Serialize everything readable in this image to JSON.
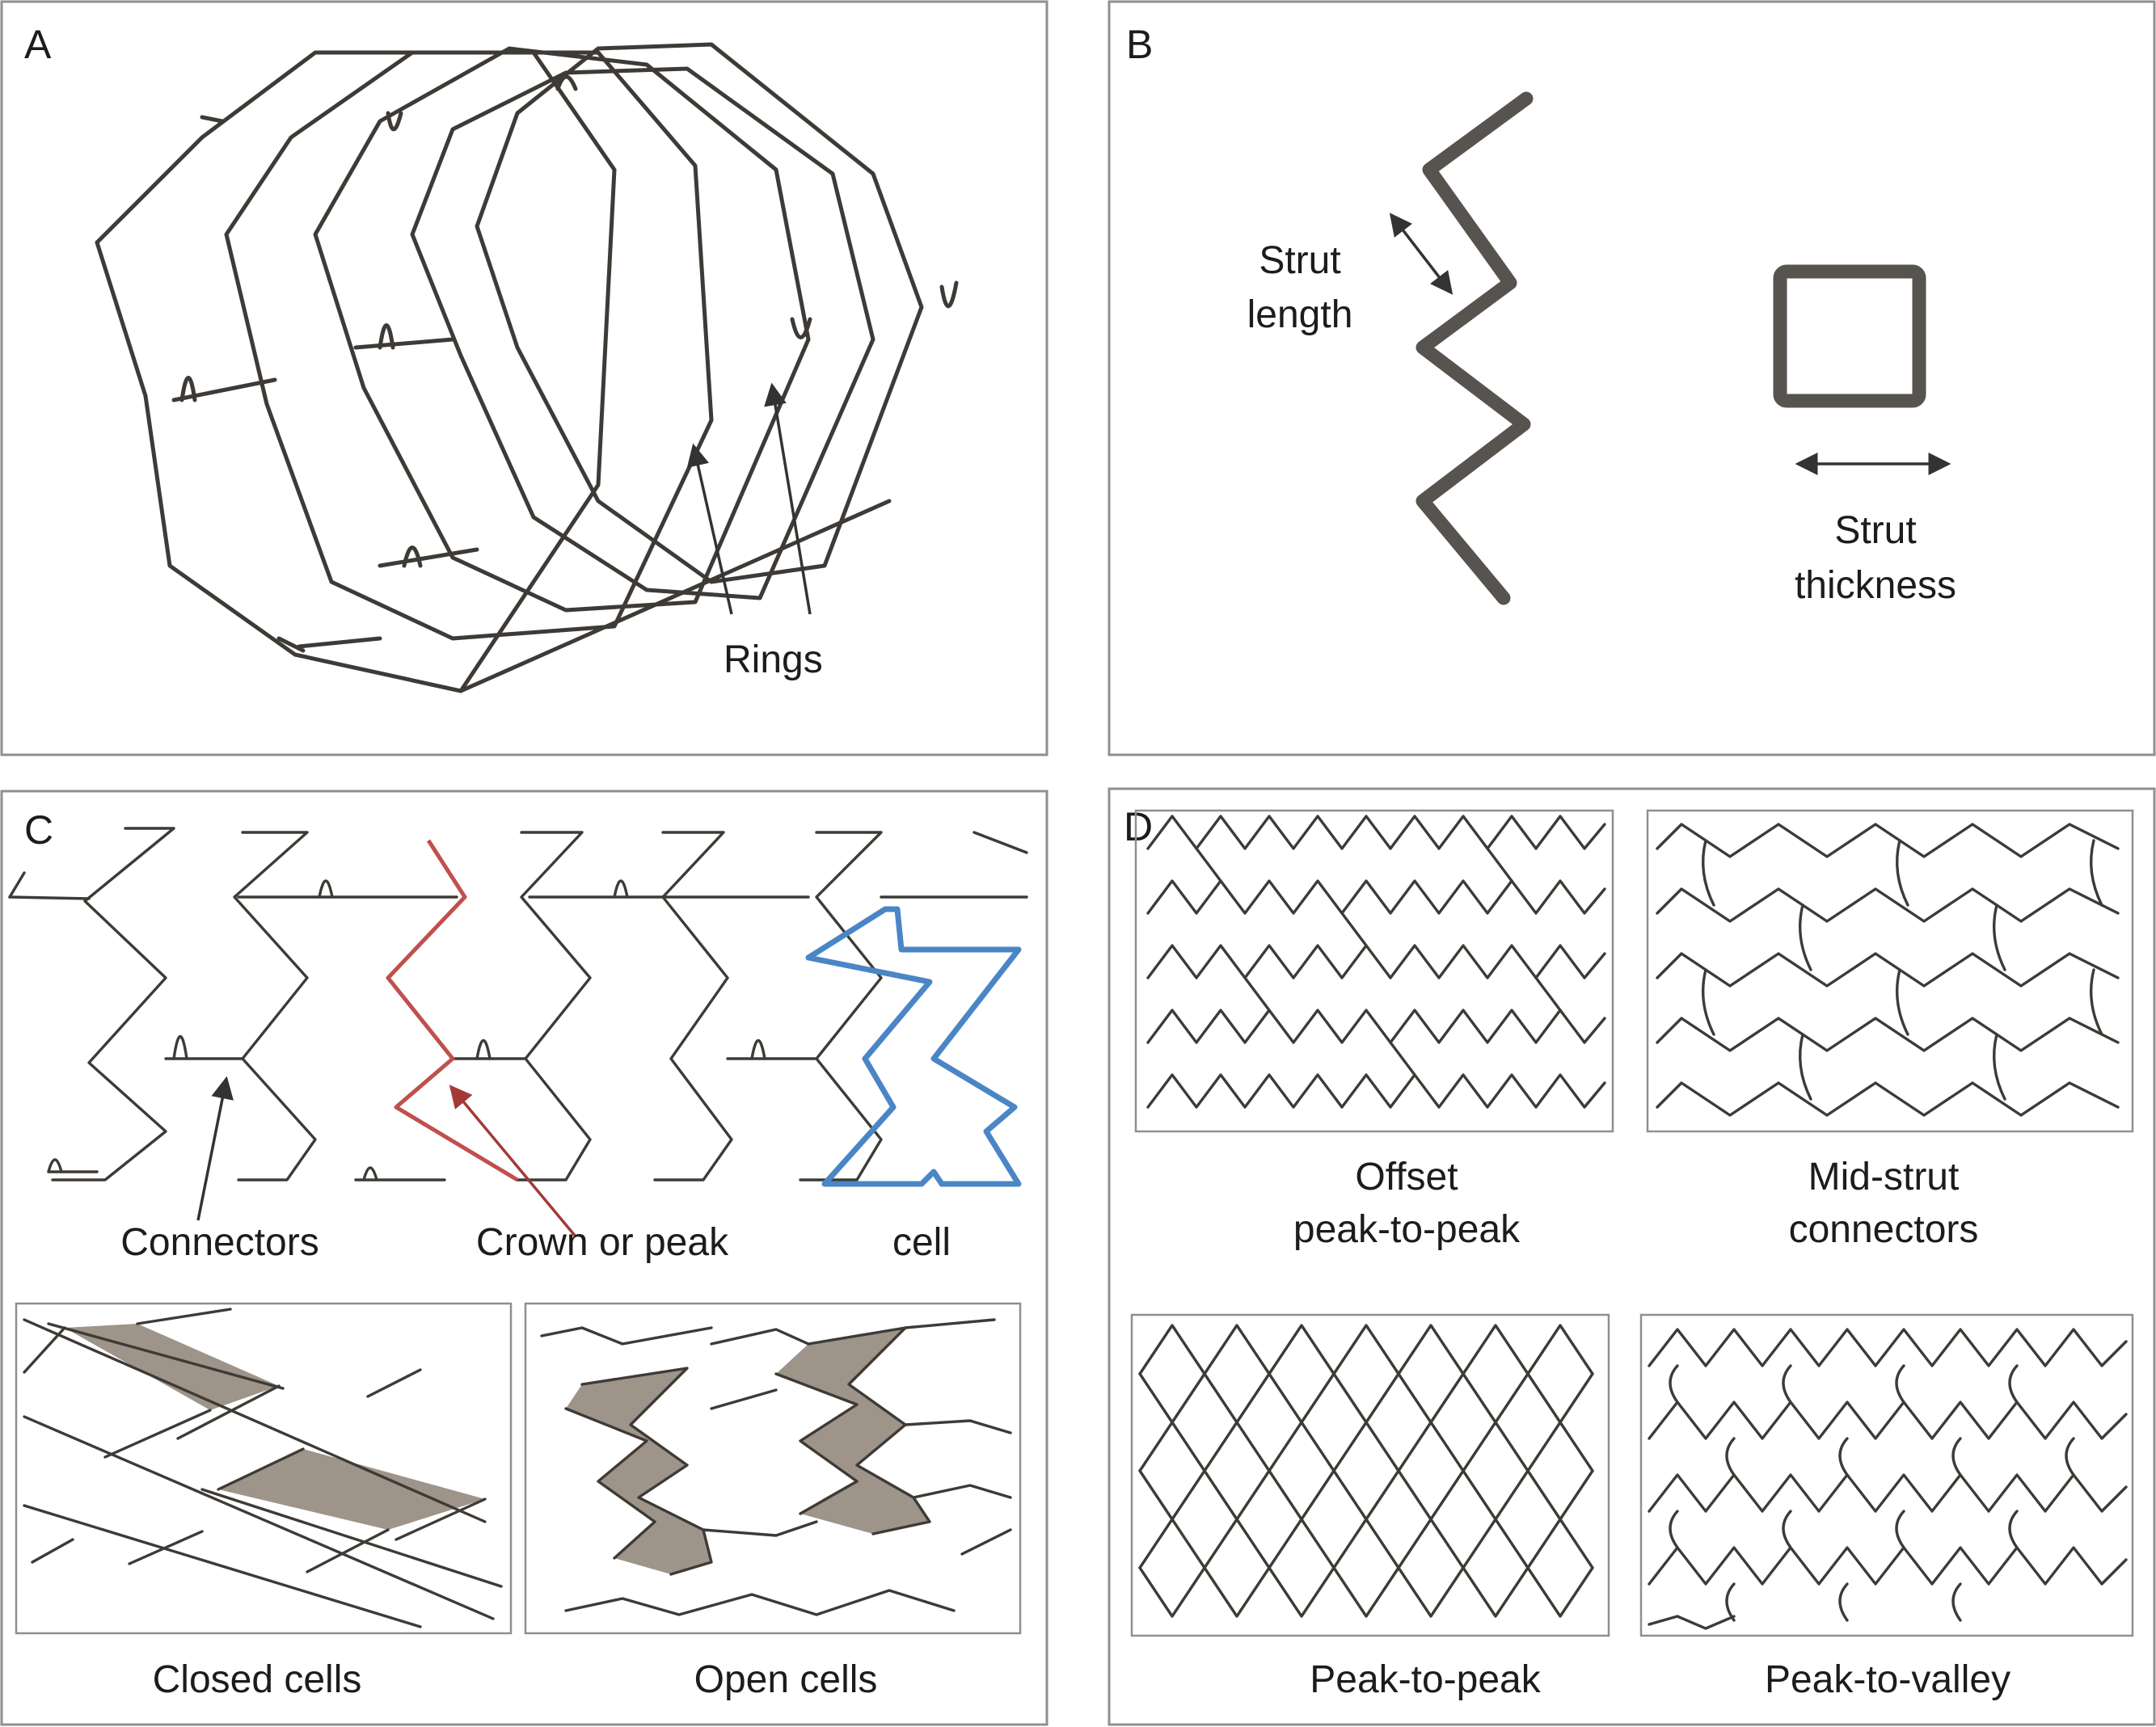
{
  "panels": {
    "a": {
      "letter": "A",
      "labels": {
        "rings": "Rings"
      }
    },
    "b": {
      "letter": "B",
      "labels": {
        "strut_length_1": "Strut",
        "strut_length_2": "length",
        "strut_thickness_1": "Strut",
        "strut_thickness_2": "thickness"
      }
    },
    "c": {
      "letter": "C",
      "labels": {
        "connectors": "Connectors",
        "crown": "Crown or peak",
        "cell": "cell",
        "closed_cells": "Closed cells",
        "open_cells": "Open cells"
      }
    },
    "d": {
      "letter": "D",
      "labels": {
        "offset_1": "Offset",
        "offset_2": "peak-to-peak",
        "midstrut_1": "Mid-strut",
        "midstrut_2": "connectors",
        "peak_to_peak": "Peak-to-peak",
        "peak_to_valley": "Peak-to-valley"
      }
    }
  },
  "colors": {
    "ink": "#3e3a36",
    "crown_highlight": "#c0504d",
    "cell_highlight": "#4a86c6",
    "cell_fill": "#9e948a",
    "frame": "#8f8f8f"
  }
}
